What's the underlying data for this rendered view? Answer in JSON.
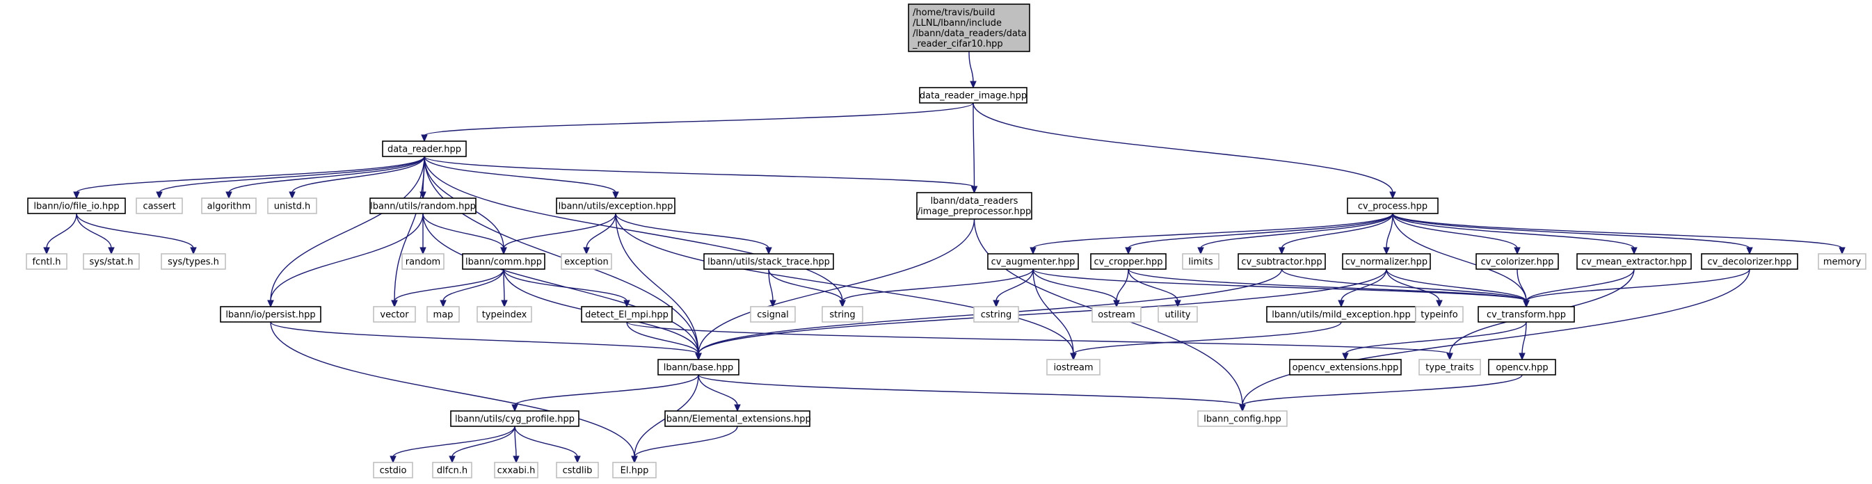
{
  "colors": {
    "edge": "#191970",
    "root_fill": "#bfbfbf",
    "solid_border": "#000000",
    "gray_border": "#bfbfbf",
    "background": "#ffffff"
  },
  "nodes": {
    "root": {
      "lines": [
        "/home/travis/build",
        "/LLNL/lbann/include",
        "/lbann/data_readers/data",
        "_reader_cifar10.hpp"
      ]
    },
    "data_reader_image": {
      "lines": [
        "data_reader_image.hpp"
      ]
    },
    "data_reader": {
      "lines": [
        "data_reader.hpp"
      ]
    },
    "image_preprocessor": {
      "lines": [
        "lbann/data_readers",
        "/image_preprocessor.hpp"
      ]
    },
    "cv_process": {
      "lines": [
        "cv_process.hpp"
      ]
    },
    "file_io": {
      "lines": [
        "lbann/io/file_io.hpp"
      ]
    },
    "cassert": {
      "lines": [
        "cassert"
      ]
    },
    "algorithm": {
      "lines": [
        "algorithm"
      ]
    },
    "unistd": {
      "lines": [
        "unistd.h"
      ]
    },
    "random_hpp": {
      "lines": [
        "lbann/utils/random.hpp"
      ]
    },
    "exception_hpp": {
      "lines": [
        "lbann/utils/exception.hpp"
      ]
    },
    "fcntl": {
      "lines": [
        "fcntl.h"
      ]
    },
    "sys_stat": {
      "lines": [
        "sys/stat.h"
      ]
    },
    "sys_types": {
      "lines": [
        "sys/types.h"
      ]
    },
    "random": {
      "lines": [
        "random"
      ]
    },
    "comm_hpp": {
      "lines": [
        "lbann/comm.hpp"
      ]
    },
    "exception": {
      "lines": [
        "exception"
      ]
    },
    "stack_trace": {
      "lines": [
        "lbann/utils/stack_trace.hpp"
      ]
    },
    "csignal": {
      "lines": [
        "csignal"
      ]
    },
    "string": {
      "lines": [
        "string"
      ]
    },
    "persist": {
      "lines": [
        "lbann/io/persist.hpp"
      ]
    },
    "vector": {
      "lines": [
        "vector"
      ]
    },
    "map": {
      "lines": [
        "map"
      ]
    },
    "typeindex": {
      "lines": [
        "typeindex"
      ]
    },
    "detect_el_mpi": {
      "lines": [
        "detect_El_mpi.hpp"
      ]
    },
    "base_hpp": {
      "lines": [
        "lbann/base.hpp"
      ]
    },
    "iostream": {
      "lines": [
        "iostream"
      ]
    },
    "cyg_profile": {
      "lines": [
        "lbann/utils/cyg_profile.hpp"
      ]
    },
    "elemental_ext": {
      "lines": [
        "lbann/Elemental_extensions.hpp"
      ]
    },
    "cstdio": {
      "lines": [
        "cstdio"
      ]
    },
    "dlfcn": {
      "lines": [
        "dlfcn.h"
      ]
    },
    "cxxabi": {
      "lines": [
        "cxxabi.h"
      ]
    },
    "cstdlib": {
      "lines": [
        "cstdlib"
      ]
    },
    "el_hpp": {
      "lines": [
        "El.hpp"
      ]
    },
    "lbann_config": {
      "lines": [
        "lbann_config.hpp"
      ]
    },
    "cv_augmenter": {
      "lines": [
        "cv_augmenter.hpp"
      ]
    },
    "cv_cropper": {
      "lines": [
        "cv_cropper.hpp"
      ]
    },
    "limits": {
      "lines": [
        "limits"
      ]
    },
    "cv_subtractor": {
      "lines": [
        "cv_subtractor.hpp"
      ]
    },
    "cv_normalizer": {
      "lines": [
        "cv_normalizer.hpp"
      ]
    },
    "cv_colorizer": {
      "lines": [
        "cv_colorizer.hpp"
      ]
    },
    "cv_mean_extractor": {
      "lines": [
        "cv_mean_extractor.hpp"
      ]
    },
    "cv_decolorizer": {
      "lines": [
        "cv_decolorizer.hpp"
      ]
    },
    "memory": {
      "lines": [
        "memory"
      ]
    },
    "cstring": {
      "lines": [
        "cstring"
      ]
    },
    "ostream": {
      "lines": [
        "ostream"
      ]
    },
    "utility": {
      "lines": [
        "utility"
      ]
    },
    "mild_exception": {
      "lines": [
        "lbann/utils/mild_exception.hpp"
      ]
    },
    "typeinfo": {
      "lines": [
        "typeinfo"
      ]
    },
    "cv_transform": {
      "lines": [
        "cv_transform.hpp"
      ]
    },
    "opencv_ext": {
      "lines": [
        "opencv_extensions.hpp"
      ]
    },
    "type_traits": {
      "lines": [
        "type_traits"
      ]
    },
    "opencv_hpp": {
      "lines": [
        "opencv.hpp"
      ]
    }
  },
  "edges": [
    [
      "root",
      "data_reader_image"
    ],
    [
      "data_reader_image",
      "data_reader"
    ],
    [
      "data_reader_image",
      "image_preprocessor"
    ],
    [
      "data_reader_image",
      "cv_process"
    ],
    [
      "data_reader",
      "file_io"
    ],
    [
      "data_reader",
      "cassert"
    ],
    [
      "data_reader",
      "algorithm"
    ],
    [
      "data_reader",
      "unistd"
    ],
    [
      "data_reader",
      "random_hpp"
    ],
    [
      "data_reader",
      "exception_hpp"
    ],
    [
      "data_reader",
      "image_preprocessor"
    ],
    [
      "data_reader",
      "vector"
    ],
    [
      "data_reader",
      "comm_hpp"
    ],
    [
      "data_reader",
      "string"
    ],
    [
      "data_reader",
      "persist"
    ],
    [
      "data_reader",
      "base_hpp"
    ],
    [
      "file_io",
      "fcntl"
    ],
    [
      "file_io",
      "sys_stat"
    ],
    [
      "file_io",
      "sys_types"
    ],
    [
      "random_hpp",
      "random"
    ],
    [
      "random_hpp",
      "comm_hpp"
    ],
    [
      "random_hpp",
      "persist"
    ],
    [
      "random_hpp",
      "base_hpp"
    ],
    [
      "exception_hpp",
      "comm_hpp"
    ],
    [
      "exception_hpp",
      "exception"
    ],
    [
      "exception_hpp",
      "stack_trace"
    ],
    [
      "exception_hpp",
      "base_hpp"
    ],
    [
      "exception_hpp",
      "iostream"
    ],
    [
      "stack_trace",
      "csignal"
    ],
    [
      "stack_trace",
      "string"
    ],
    [
      "comm_hpp",
      "vector"
    ],
    [
      "comm_hpp",
      "map"
    ],
    [
      "comm_hpp",
      "typeindex"
    ],
    [
      "comm_hpp",
      "detect_el_mpi"
    ],
    [
      "comm_hpp",
      "base_hpp"
    ],
    [
      "detect_el_mpi",
      "base_hpp"
    ],
    [
      "detect_el_mpi",
      "type_traits"
    ],
    [
      "persist",
      "base_hpp"
    ],
    [
      "persist",
      "el_hpp"
    ],
    [
      "base_hpp",
      "cyg_profile"
    ],
    [
      "base_hpp",
      "elemental_ext"
    ],
    [
      "base_hpp",
      "el_hpp"
    ],
    [
      "base_hpp",
      "lbann_config"
    ],
    [
      "cyg_profile",
      "cstdio"
    ],
    [
      "cyg_profile",
      "dlfcn"
    ],
    [
      "cyg_profile",
      "cxxabi"
    ],
    [
      "cyg_profile",
      "cstdlib"
    ],
    [
      "elemental_ext",
      "el_hpp"
    ],
    [
      "image_preprocessor",
      "base_hpp"
    ],
    [
      "image_preprocessor",
      "lbann_config"
    ],
    [
      "cv_process",
      "cv_augmenter"
    ],
    [
      "cv_process",
      "cv_cropper"
    ],
    [
      "cv_process",
      "limits"
    ],
    [
      "cv_process",
      "cv_subtractor"
    ],
    [
      "cv_process",
      "cv_normalizer"
    ],
    [
      "cv_process",
      "cv_colorizer"
    ],
    [
      "cv_process",
      "cv_mean_extractor"
    ],
    [
      "cv_process",
      "cv_decolorizer"
    ],
    [
      "cv_process",
      "memory"
    ],
    [
      "cv_process",
      "cv_transform"
    ],
    [
      "cv_augmenter",
      "cstring"
    ],
    [
      "cv_augmenter",
      "ostream"
    ],
    [
      "cv_augmenter",
      "iostream"
    ],
    [
      "cv_augmenter",
      "string"
    ],
    [
      "cv_augmenter",
      "cv_transform"
    ],
    [
      "cv_cropper",
      "ostream"
    ],
    [
      "cv_cropper",
      "utility"
    ],
    [
      "cv_cropper",
      "cv_transform"
    ],
    [
      "cv_subtractor",
      "base_hpp"
    ],
    [
      "cv_subtractor",
      "cv_transform"
    ],
    [
      "cv_normalizer",
      "base_hpp"
    ],
    [
      "cv_normalizer",
      "mild_exception"
    ],
    [
      "cv_normalizer",
      "typeinfo"
    ],
    [
      "cv_normalizer",
      "cv_transform"
    ],
    [
      "cv_colorizer",
      "cv_transform"
    ],
    [
      "cv_mean_extractor",
      "cv_transform"
    ],
    [
      "cv_mean_extractor",
      "type_traits"
    ],
    [
      "cv_decolorizer",
      "cv_transform"
    ],
    [
      "cv_decolorizer",
      "lbann_config"
    ],
    [
      "mild_exception",
      "iostream"
    ],
    [
      "cv_transform",
      "opencv_ext"
    ],
    [
      "cv_transform",
      "opencv_hpp"
    ],
    [
      "opencv_hpp",
      "lbann_config"
    ]
  ]
}
